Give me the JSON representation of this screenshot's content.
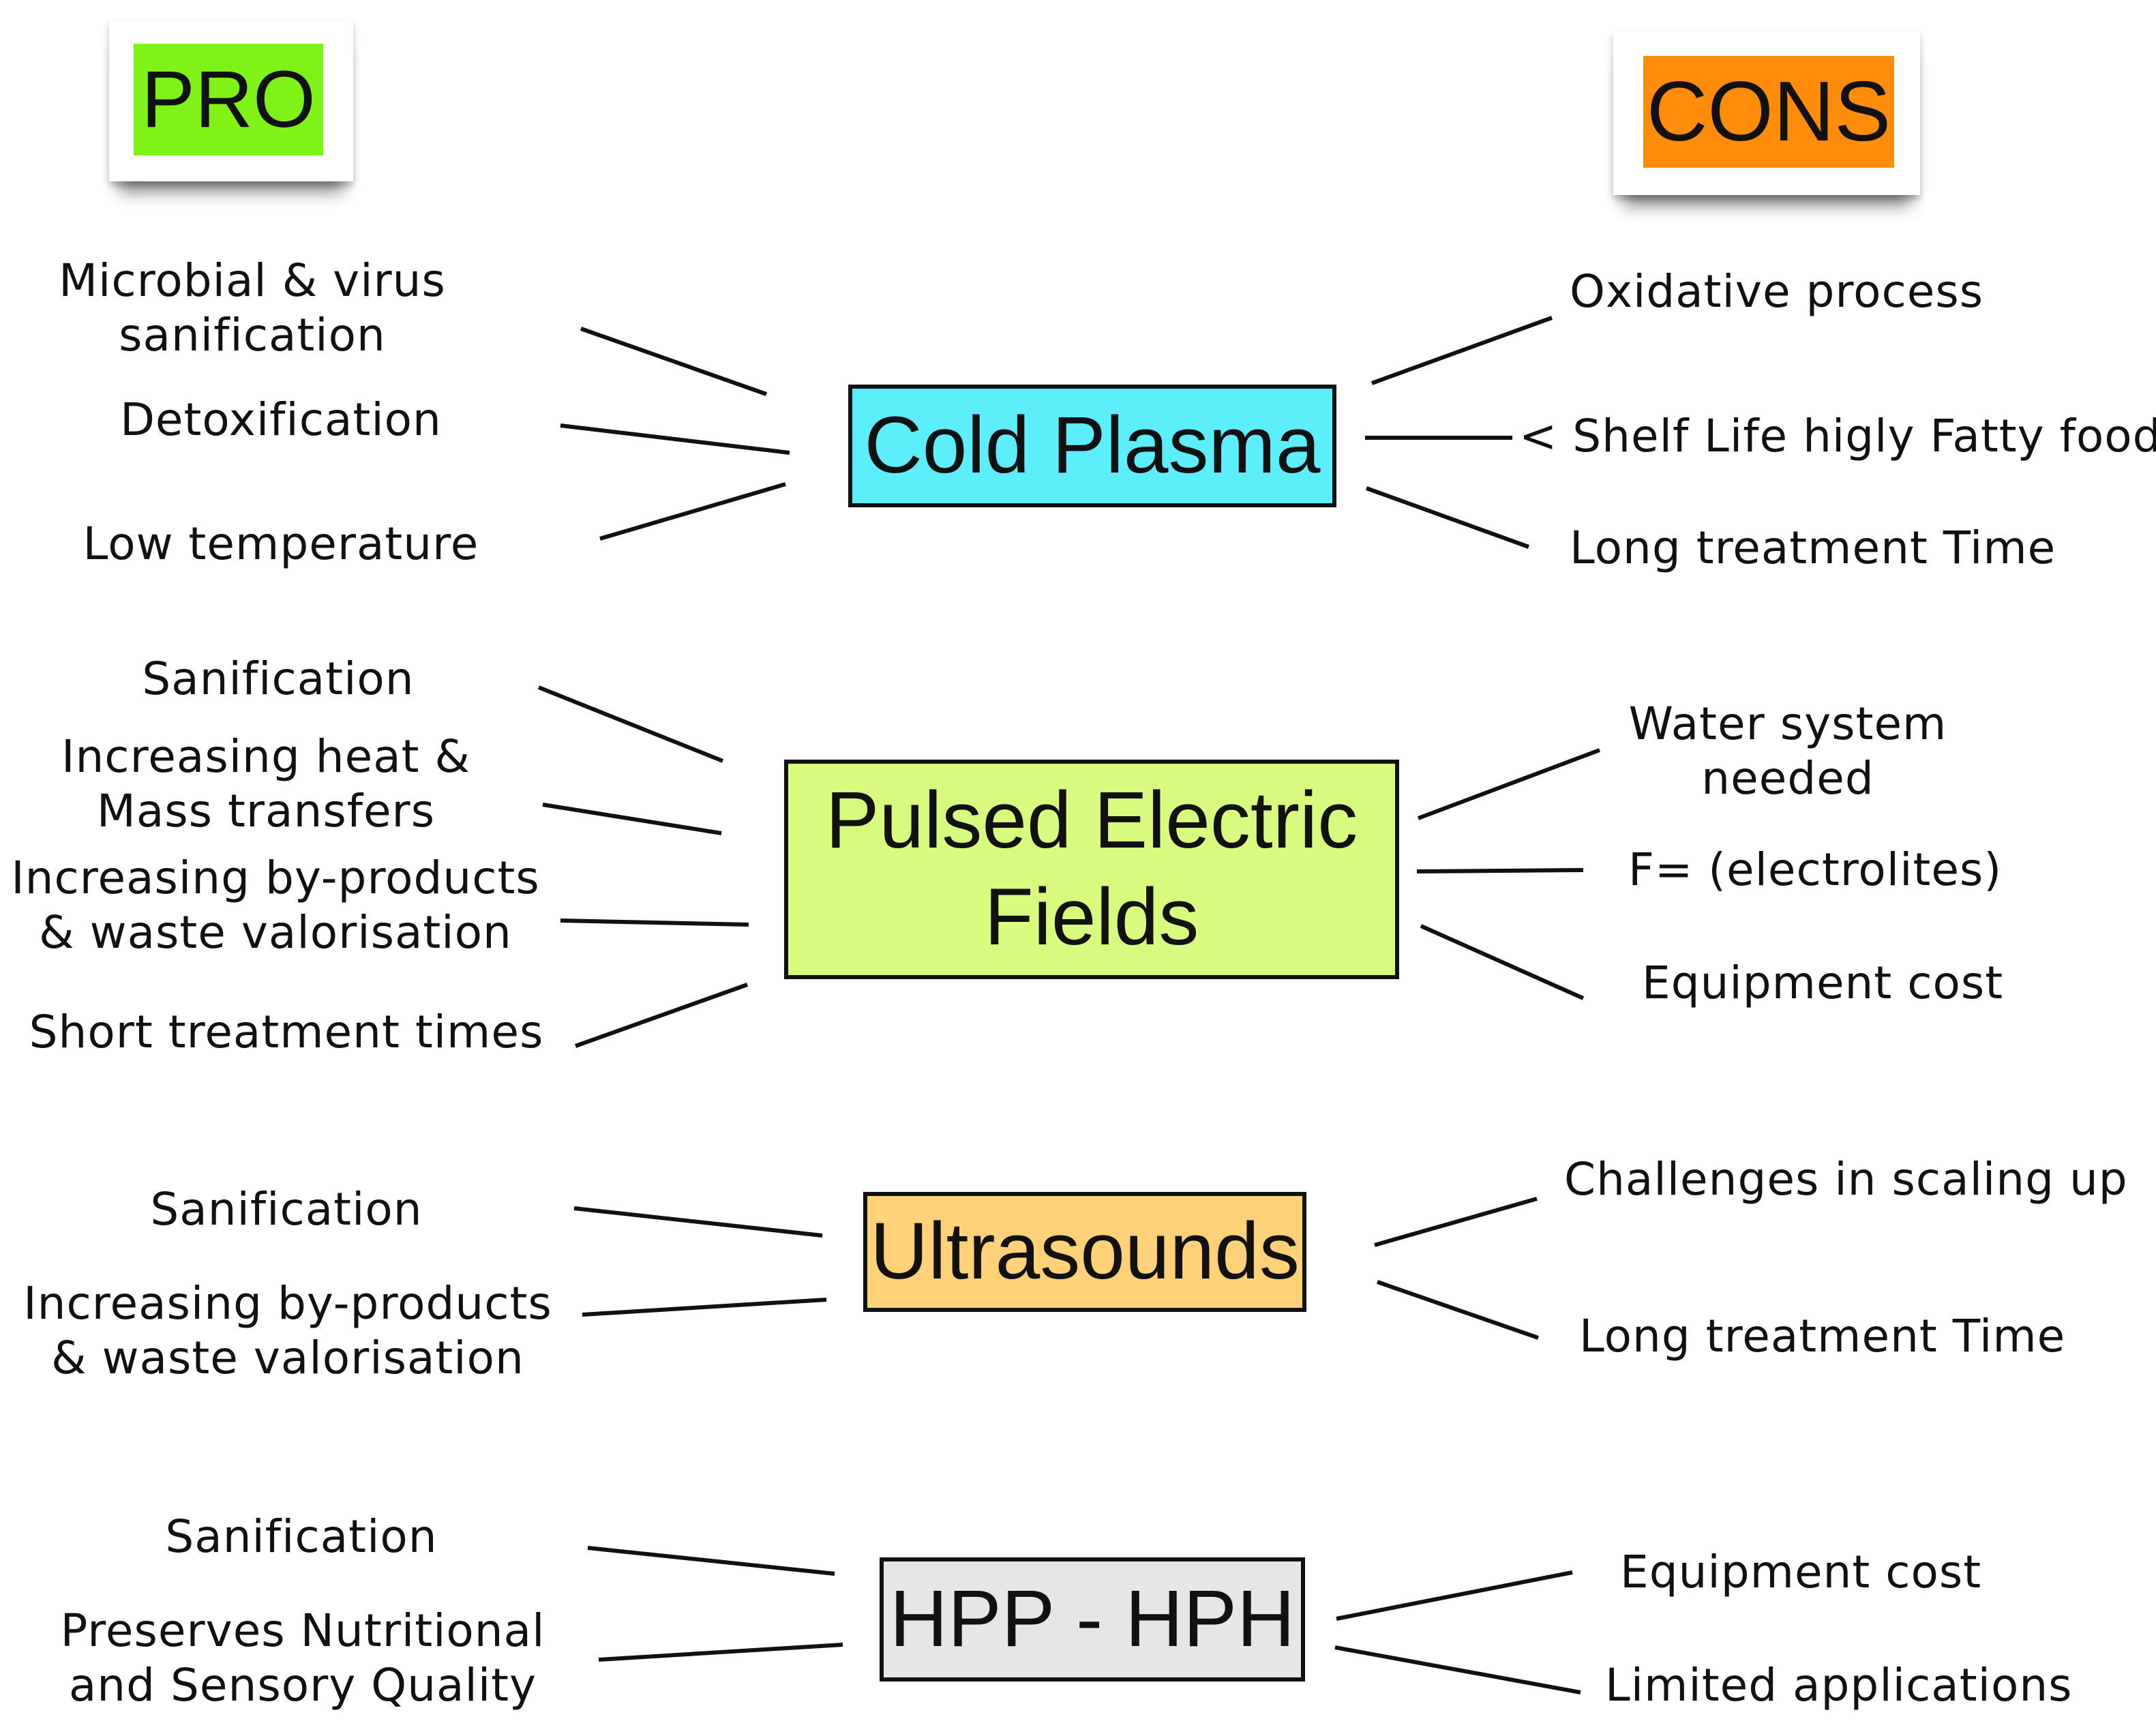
{
  "headers": {
    "pro": {
      "label": "PRO",
      "color": "#7FF218"
    },
    "cons": {
      "label": "CONS",
      "color": "#FF8C0A"
    }
  },
  "technologies": [
    {
      "name": [
        "Cold Plasma"
      ],
      "color": "#5CEEFA",
      "pros": [
        [
          "Microbial & virus",
          "sanification"
        ],
        [
          "Detoxification"
        ],
        [
          "Low temperature"
        ]
      ],
      "cons": [
        [
          "Oxidative process"
        ],
        [
          "< Shelf Life higly Fatty food"
        ],
        [
          "Long treatment Time"
        ]
      ]
    },
    {
      "name": [
        "Pulsed Electric",
        "Fields"
      ],
      "color": "#D8FA7E",
      "pros": [
        [
          "Sanification"
        ],
        [
          "Increasing heat &",
          "Mass transfers"
        ],
        [
          "Increasing by-products",
          "& waste valorisation"
        ],
        [
          "Short treatment times"
        ]
      ],
      "cons": [
        [
          "Water system",
          "needed"
        ],
        [
          "F= (electrolites)"
        ],
        [
          "Equipment cost"
        ]
      ]
    },
    {
      "name": [
        "Ultrasounds"
      ],
      "color": "#FFD27A",
      "pros": [
        [
          "Sanification"
        ],
        [
          "Increasing by-products",
          "& waste valorisation"
        ]
      ],
      "cons": [
        [
          "Challenges in scaling up"
        ],
        [
          "Long treatment Time"
        ]
      ]
    },
    {
      "name": [
        "HPP - HPH"
      ],
      "color": "#E6E6E6",
      "pros": [
        [
          "Sanification"
        ],
        [
          "Preserves Nutritional",
          "and Sensory Quality"
        ]
      ],
      "cons": [
        [
          "Equipment cost"
        ],
        [
          "Limited applications"
        ]
      ]
    }
  ]
}
